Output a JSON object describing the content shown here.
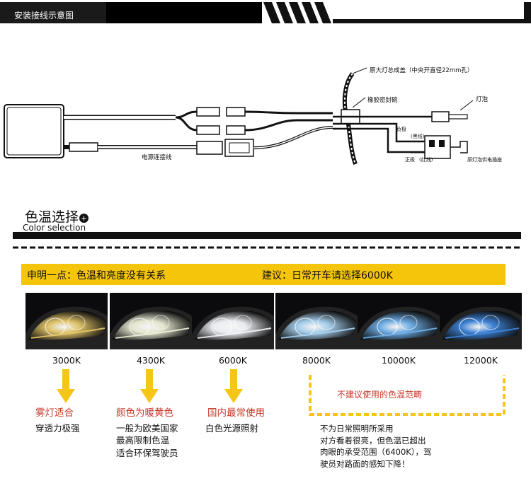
{
  "header": {
    "title": "安装接线示意图"
  },
  "diagram": {
    "labels": {
      "headlight_cover": "原大灯总成盖（中央开直径22mm孔）",
      "rubber_seal": "橡胶密封碗",
      "bulb": "灯泡",
      "negative": "负极",
      "negative_color": "(黑线)",
      "positive": "正极",
      "positive_color": "(红线)",
      "original_socket": "原灯泡供电插座",
      "power_cable": "电源连接线"
    }
  },
  "color_selection": {
    "title": "色温选择",
    "subtitle": "Color selection",
    "plus_glyph": "+"
  },
  "banner": {
    "left": "申明一点：色温和亮度没有关系",
    "right": "建议：日常开车请选择6000K"
  },
  "temperatures": [
    {
      "label": "3000K",
      "color": "#e6c86a"
    },
    {
      "label": "4300K",
      "color": "#eef0d8"
    },
    {
      "label": "6000K",
      "color": "#f4f6fa"
    },
    {
      "label": "8000K",
      "color": "#a9d4f2"
    },
    {
      "label": "10000K",
      "color": "#6fb0ea"
    },
    {
      "label": "12000K",
      "color": "#3f86dc"
    }
  ],
  "descriptions": {
    "d3000_title": "雾灯适合",
    "d3000_line1": "穿透力极强",
    "d4300_title": "颜色为暖黄色",
    "d4300_line1": "一般为欧美国家",
    "d4300_line2": "最高限制色温",
    "d4300_line3": "适合环保驾驶员",
    "d6000_title": "国内最常使用",
    "d6000_line1": "白色光源照射",
    "not_recommended": "不建议使用的色温范畴",
    "high_note_1": "不为日常照明所采用",
    "high_note_2": "对方看着很亮，但色温已超出",
    "high_note_3": "肉眼的承受范围（6400K），驾",
    "high_note_4": "驶员对路面的感知下降！"
  },
  "colors": {
    "accent_yellow": "#f5c50b",
    "arrow_yellow": "#f5c518",
    "note_red": "#c8392b",
    "bar_black": "#111111"
  }
}
